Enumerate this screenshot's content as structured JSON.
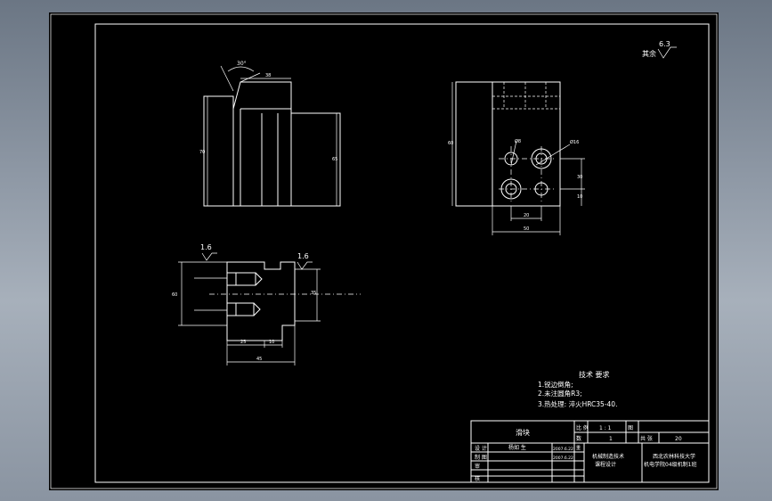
{
  "drawing": {
    "surface_finish_note": {
      "label": "其余",
      "value": "6.3"
    },
    "front_view": {
      "angle_label": "30°",
      "dim_top_width": "38",
      "dim_left_height": "70",
      "dim_right_height": "65"
    },
    "side_view": {
      "dim_height": "60",
      "dim_hole_diameter": "Ø8",
      "dim_counterbore": "Ø16",
      "dim_vertical_1": "30",
      "dim_vertical_2": "10",
      "dim_horizontal_1": "20",
      "dim_width": "50"
    },
    "section_view": {
      "roughness_left": "1.6",
      "roughness_right": "1.6",
      "dim_left": "60",
      "dim_right": "35",
      "dim_bottom_1": "25",
      "dim_bottom_2": "10",
      "dim_bottom_total": "45"
    },
    "technical_requirements": {
      "heading": "技术 要求",
      "items": [
        "1.锐边倒角;",
        "2.未注圆角R3;",
        "3.热处理: 淬火HRC35-40."
      ]
    },
    "title_block": {
      "part_name": "滑块",
      "scale_label": "比 例",
      "scale_value": "1 : 1",
      "drawing_label": "图",
      "quantity_label": "数",
      "quantity_value": "1",
      "sheet_label": "共 张",
      "sheet_number": "20",
      "designer_label": "设 计",
      "designer_name": "杨如 生",
      "designer_date": "2007.6.22",
      "drafter_label": "制 图",
      "drafter_date": "2007.6.22",
      "checker_label": "审",
      "approver_label": "核",
      "material_mark": "重",
      "major_line1": "机械制造技术",
      "major_line2": "课程设计",
      "school_line1": "西北农林科技大学",
      "school_line2": "机电学院04级机制1班"
    }
  }
}
